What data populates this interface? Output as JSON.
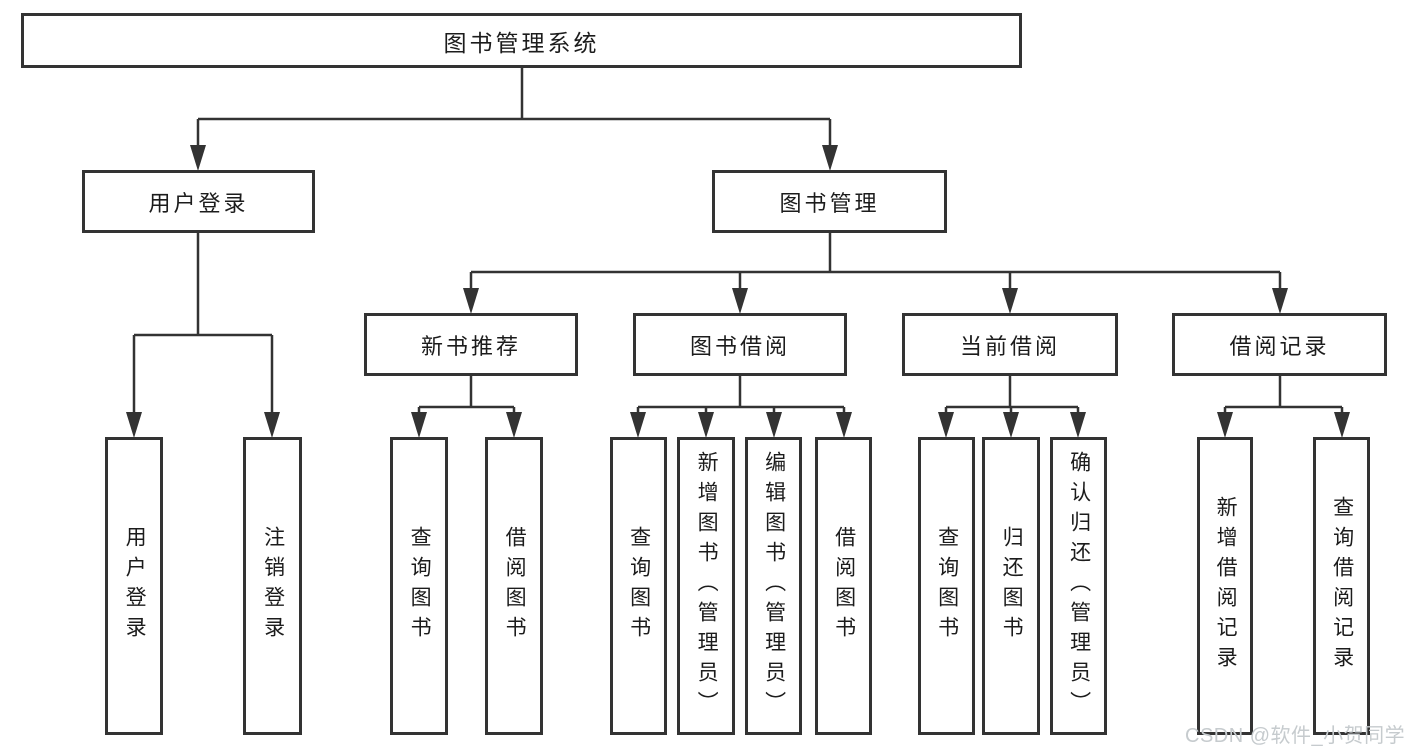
{
  "diagram": {
    "tree": {
      "label": "图书管理系统",
      "children": [
        {
          "label": "用户登录",
          "children": [
            {
              "label": "用户登录"
            },
            {
              "label": "注销登录"
            }
          ]
        },
        {
          "label": "图书管理",
          "children": [
            {
              "label": "新书推荐",
              "children": [
                {
                  "label": "查询图书"
                },
                {
                  "label": "借阅图书"
                }
              ]
            },
            {
              "label": "图书借阅",
              "children": [
                {
                  "label": "查询图书"
                },
                {
                  "label": "新增图书（管理员）"
                },
                {
                  "label": "编辑图书（管理员）"
                },
                {
                  "label": "借阅图书"
                }
              ]
            },
            {
              "label": "当前借阅",
              "children": [
                {
                  "label": "查询图书"
                },
                {
                  "label": "归还图书"
                },
                {
                  "label": "确认归还（管理员）"
                }
              ]
            },
            {
              "label": "借阅记录",
              "children": [
                {
                  "label": "新增借阅记录"
                },
                {
                  "label": "查询借阅记录"
                }
              ]
            }
          ]
        }
      ]
    },
    "watermark": "CSDN @软件_小贺同学",
    "colors": {
      "line": "#333333",
      "box_border": "#333333",
      "box_fill": "#ffffff",
      "text": "#1c1c1c",
      "watermark": "#c6cbce",
      "background": "#ffffff"
    }
  }
}
